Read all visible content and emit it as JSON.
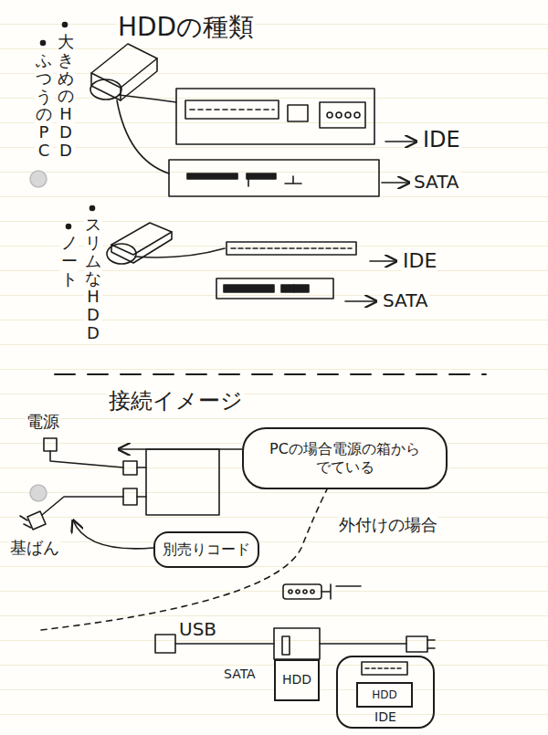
{
  "diagram": {
    "title": "HDDの種類",
    "nodes": [
      {
        "text": [
          "PCの場合電源の箱から でている"
        ]
      },
      {
        "text": [
          "別売りコード"
        ]
      },
      {
        "text": [
          "HDD"
        ]
      },
      {
        "text": [
          "IDE"
        ]
      },
      {
        "text": [
          "HDD"
        ],
        "in": 3
      }
    ],
    "labels": [
      "大きめのHDD",
      "ふつうのPC",
      "IDE",
      "SATA",
      "スリムなHDD",
      "ノート",
      "IDE",
      "SATA",
      "接続イメージ",
      "電源",
      "基ばん",
      "外付けの場合",
      "USB",
      "SATA"
    ]
  }
}
